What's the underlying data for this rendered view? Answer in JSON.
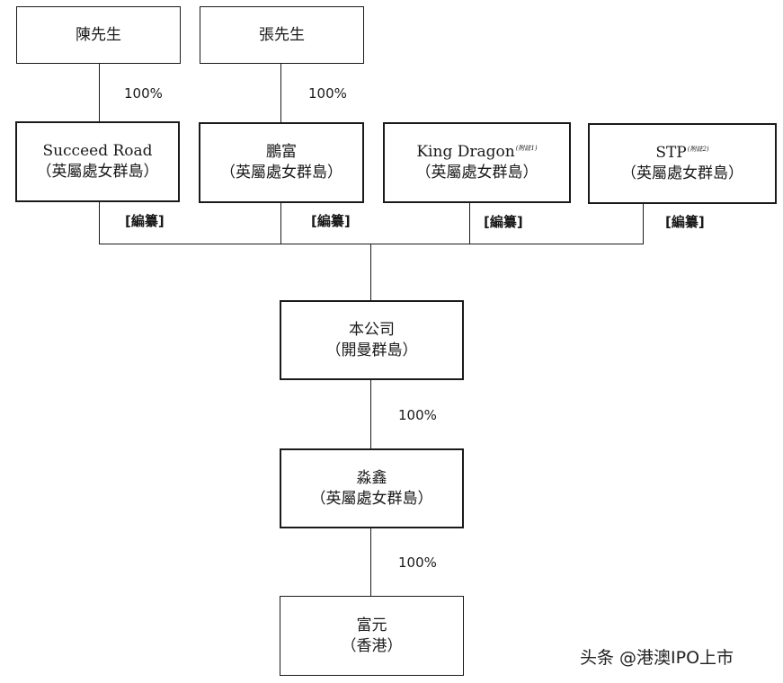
{
  "people": [
    {
      "name": "陳先生",
      "pct": "100%"
    },
    {
      "name": "張先生",
      "pct": "100%"
    }
  ],
  "shareholders": [
    {
      "name": "Succeed Road",
      "note": "",
      "place": "（英屬處女群島）",
      "redacted": "[編纂]"
    },
    {
      "name": "鵬富",
      "note": "",
      "place": "（英屬處女群島）",
      "redacted": "[編纂]"
    },
    {
      "name": "King Dragon",
      "note": "(附註1)",
      "place": "（英屬處女群島）",
      "redacted": "[編纂]"
    },
    {
      "name": "STP",
      "note": "(附註2)",
      "place": "（英屬處女群島）",
      "redacted": "[編纂]"
    }
  ],
  "company": {
    "name": "本公司",
    "place": "（開曼群島）",
    "pct_down": "100%"
  },
  "subsidiary": {
    "name": "淼鑫",
    "place": "（英屬處女群島）",
    "pct_down": "100%"
  },
  "operating": {
    "name": "富元",
    "place": "（香港）"
  },
  "watermark": "头条 @港澳IPO上市"
}
